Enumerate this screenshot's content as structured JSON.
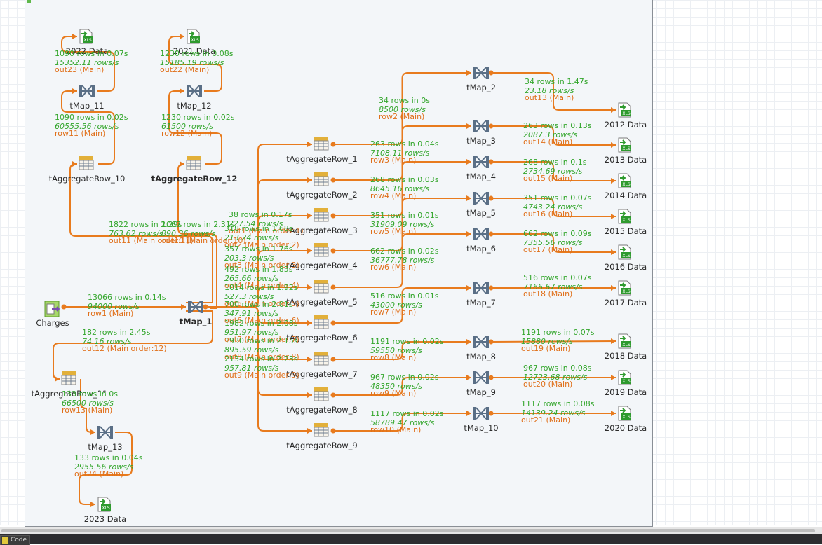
{
  "bottom": {
    "tab_label": "Code"
  },
  "colors": {
    "link": "#e87b1e",
    "stat": "#33a62c",
    "flow_label": "#e0701a",
    "xls_icon": "#2e9a2e",
    "tmap_icon": "#5a6f86",
    "aggregate_icon": "#e2b03a"
  },
  "components": {
    "charges": {
      "label": "Charges",
      "icon": "file-input-icon"
    },
    "tmap_1": {
      "label": "tMap_1",
      "icon": "tmap-icon"
    },
    "tmap_2": {
      "label": "tMap_2",
      "icon": "tmap-icon"
    },
    "tmap_3": {
      "label": "tMap_3",
      "icon": "tmap-icon"
    },
    "tmap_4": {
      "label": "tMap_4",
      "icon": "tmap-icon"
    },
    "tmap_5": {
      "label": "tMap_5",
      "icon": "tmap-icon"
    },
    "tmap_6": {
      "label": "tMap_6",
      "icon": "tmap-icon"
    },
    "tmap_7": {
      "label": "tMap_7",
      "icon": "tmap-icon"
    },
    "tmap_8": {
      "label": "tMap_8",
      "icon": "tmap-icon"
    },
    "tmap_9": {
      "label": "tMap_9",
      "icon": "tmap-icon"
    },
    "tmap_10": {
      "label": "tMap_10",
      "icon": "tmap-icon"
    },
    "tmap_11": {
      "label": "tMap_11",
      "icon": "tmap-icon"
    },
    "tmap_12": {
      "label": "tMap_12",
      "icon": "tmap-icon"
    },
    "tmap_13": {
      "label": "tMap_13",
      "icon": "tmap-icon"
    },
    "agg_1": {
      "label": "tAggregateRow_1",
      "icon": "aggregate-icon"
    },
    "agg_2": {
      "label": "tAggregateRow_2",
      "icon": "aggregate-icon"
    },
    "agg_3": {
      "label": "tAggregateRow_3",
      "icon": "aggregate-icon"
    },
    "agg_4": {
      "label": "tAggregateRow_4",
      "icon": "aggregate-icon"
    },
    "agg_5": {
      "label": "tAggregateRow_5",
      "icon": "aggregate-icon"
    },
    "agg_6": {
      "label": "tAggregateRow_6",
      "icon": "aggregate-icon"
    },
    "agg_7": {
      "label": "tAggregateRow_7",
      "icon": "aggregate-icon"
    },
    "agg_8": {
      "label": "tAggregateRow_8",
      "icon": "aggregate-icon"
    },
    "agg_9": {
      "label": "tAggregateRow_9",
      "icon": "aggregate-icon"
    },
    "agg_10": {
      "label": "tAggregateRow_10",
      "icon": "aggregate-icon"
    },
    "agg_11": {
      "label": "tAggregateRow_11",
      "icon": "aggregate-icon"
    },
    "agg_12": {
      "label": "tAggregateRow_12",
      "icon": "aggregate-icon"
    },
    "out_2012": {
      "label": "2012 Data",
      "icon": "excel-output-icon"
    },
    "out_2013": {
      "label": "2013 Data",
      "icon": "excel-output-icon"
    },
    "out_2014": {
      "label": "2014 Data",
      "icon": "excel-output-icon"
    },
    "out_2015": {
      "label": "2015 Data",
      "icon": "excel-output-icon"
    },
    "out_2016": {
      "label": "2016 Data",
      "icon": "excel-output-icon"
    },
    "out_2017": {
      "label": "2017 Data",
      "icon": "excel-output-icon"
    },
    "out_2018": {
      "label": "2018 Data",
      "icon": "excel-output-icon"
    },
    "out_2019": {
      "label": "2019 Data",
      "icon": "excel-output-icon"
    },
    "out_2020": {
      "label": "2020 Data",
      "icon": "excel-output-icon"
    },
    "out_2021": {
      "label": "2021 Data",
      "icon": "excel-output-icon"
    },
    "out_2022": {
      "label": "2022 Data",
      "icon": "excel-output-icon"
    },
    "out_2023": {
      "label": "2023 Data",
      "icon": "excel-output-icon"
    }
  },
  "flows": {
    "row1": {
      "stat": "13066 rows in 0.14s",
      "rate": "94000 rows/s",
      "label": "row1 (Main)"
    },
    "out12": {
      "stat": "182 rows in 2.45s",
      "rate": "74.16 rows/s",
      "label": "out12 (Main order:12)"
    },
    "out11": {
      "stat": "1822 rows in 2.29s",
      "rate": "763.62 rows/s",
      "label": "out11 (Main order:11)"
    },
    "out10": {
      "stat": "1067 rows in 2.31s",
      "rate": "890.36 rows/s",
      "label": "out10 (Main order:10)"
    },
    "out1": {
      "stat": "38 rows in 0.17s",
      "rate": "227.54 rows/s",
      "label": "out1 (Main order:1)"
    },
    "out2": {
      "stat": "318 rows in 1.68s",
      "rate": "213.24 rows/s",
      "label": "out2 (Main order:2)"
    },
    "out3": {
      "stat": "357 rows in 1.76s",
      "rate": "203.3 rows/s",
      "label": "out3 (Main order:3)"
    },
    "out4": {
      "stat": "492 rows in 1.85s",
      "rate": "265.66 rows/s",
      "label": "out4 (Main order:4)"
    },
    "out5": {
      "stat": "1014 rows in 1.92s",
      "rate": "527.3 rows/s",
      "label": "out5 (Main order:5)"
    },
    "out6": {
      "stat": "700 rows in 2.01s",
      "rate": "347.91 rows/s",
      "label": "out6 (Main order:6)"
    },
    "out7": {
      "stat": "1982 rows in 2.08s",
      "rate": "951.97 rows/s",
      "label": "out7 (Main order:7)"
    },
    "out8": {
      "stat": "1930 rows in 2.15s",
      "rate": "895.59 rows/s",
      "label": "out8 (Main order:8)"
    },
    "out9": {
      "stat": "2134 rows in 2.23s",
      "rate": "957.81 rows/s",
      "label": "out9 (Main order:9)"
    },
    "row2": {
      "stat": "34 rows in 0s",
      "rate": "8500 rows/s",
      "label": "row2 (Main)"
    },
    "row3": {
      "stat": "263 rows in 0.04s",
      "rate": "7108.11 rows/s",
      "label": "row3 (Main)"
    },
    "row4": {
      "stat": "268 rows in 0.03s",
      "rate": "8645.16 rows/s",
      "label": "row4 (Main)"
    },
    "row5": {
      "stat": "351 rows in 0.01s",
      "rate": "31909.09 rows/s",
      "label": "row5 (Main)"
    },
    "row6": {
      "stat": "662 rows in 0.02s",
      "rate": "36777.78 rows/s",
      "label": "row6 (Main)"
    },
    "row7": {
      "stat": "516 rows in 0.01s",
      "rate": "43000 rows/s",
      "label": "row7 (Main)"
    },
    "row8": {
      "stat": "1191 rows in 0.02s",
      "rate": "59550 rows/s",
      "label": "row8 (Main)"
    },
    "row9": {
      "stat": "967 rows in 0.02s",
      "rate": "48350 rows/s",
      "label": "row9 (Main)"
    },
    "row10": {
      "stat": "1117 rows in 0.02s",
      "rate": "58789.47 rows/s",
      "label": "row10 (Main)"
    },
    "out13": {
      "stat": "34 rows in 1.47s",
      "rate": "23.18 rows/s",
      "label": "out13 (Main)"
    },
    "out14": {
      "stat": "263 rows in 0.13s",
      "rate": "2087.3 rows/s",
      "label": "out14 (Main)"
    },
    "out15": {
      "stat": "268 rows in 0.1s",
      "rate": "2734.69 rows/s",
      "label": "out15 (Main)"
    },
    "out16": {
      "stat": "351 rows in 0.07s",
      "rate": "4743.24 rows/s",
      "label": "out16 (Main)"
    },
    "out17": {
      "stat": "662 rows in 0.09s",
      "rate": "7355.56 rows/s",
      "label": "out17 (Main)"
    },
    "out18": {
      "stat": "516 rows in 0.07s",
      "rate": "7166.67 rows/s",
      "label": "out18 (Main)"
    },
    "out19": {
      "stat": "1191 rows in 0.07s",
      "rate": "15880 rows/s",
      "label": "out19 (Main)"
    },
    "out20": {
      "stat": "967 rows in 0.08s",
      "rate": "12723.68 rows/s",
      "label": "out20 (Main)"
    },
    "out21": {
      "stat": "1117 rows in 0.08s",
      "rate": "14139.24 rows/s",
      "label": "out21 (Main)"
    },
    "out22": {
      "stat": "1230 rows in 0.08s",
      "rate": "15185.19 rows/s",
      "label": "out22 (Main)"
    },
    "out23": {
      "stat": "1090 rows in 0.07s",
      "rate": "15352.11 rows/s",
      "label": "out23 (Main)"
    },
    "out24": {
      "stat": "133 rows in 0.04s",
      "rate": "2955.56 rows/s",
      "label": "out24 (Main)"
    },
    "row11": {
      "stat": "1090 rows in 0.02s",
      "rate": "60555.56 rows/s",
      "label": "row11 (Main)"
    },
    "row12": {
      "stat": "1230 rows in 0.02s",
      "rate": "61500 rows/s",
      "label": "row12 (Main)"
    },
    "row13": {
      "stat": "133 rows in 0s",
      "rate": "66500 rows/s",
      "label": "row13 (Main)"
    }
  }
}
